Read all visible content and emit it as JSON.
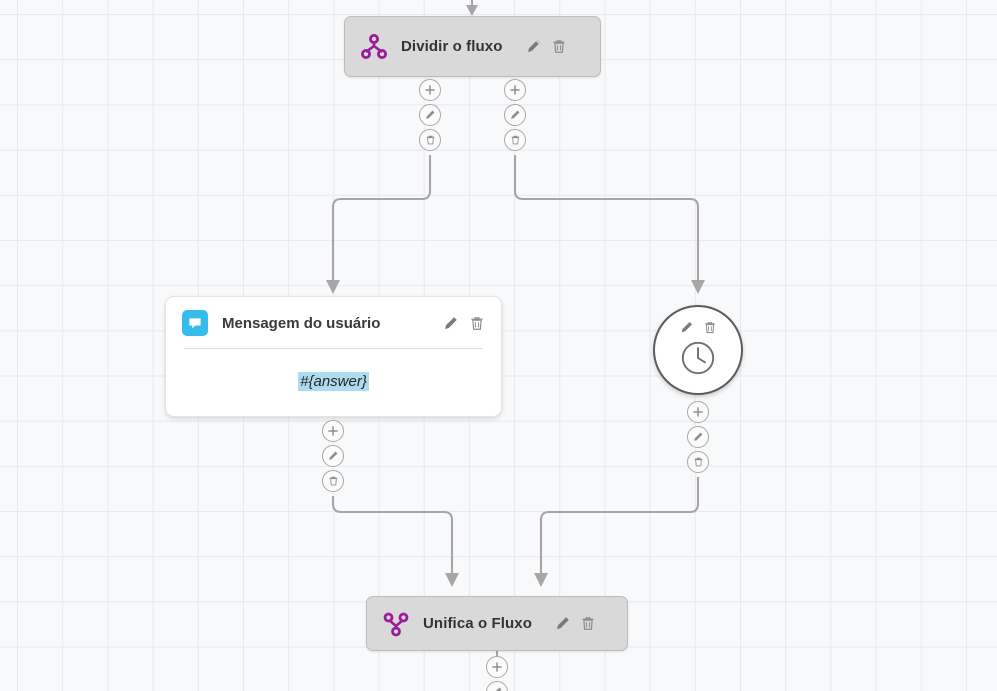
{
  "editor": {
    "name": "flow-builder-canvas",
    "background_color": "#f8f9fa",
    "grid_color": "#e6e9f0"
  },
  "colors": {
    "split_icon": "#9c1a9c",
    "merge_icon": "#9c1a9c",
    "message_icon_bg": "#37bbec",
    "token_highlight": "#aedcee",
    "node_pill_bg": "#d9d9d9",
    "edge_stroke": "#a6a6a6"
  },
  "nodes": [
    {
      "id": "split",
      "type": "split",
      "title": "Dividir o fluxo",
      "icon": "split-flow-icon",
      "actions": [
        "edit-icon",
        "delete-icon"
      ]
    },
    {
      "id": "user-message",
      "type": "message",
      "title": "Mensagem do usuário",
      "icon": "chat-bubble-icon",
      "body_text": "#{answer}",
      "actions": [
        "edit-icon",
        "delete-icon"
      ]
    },
    {
      "id": "delay",
      "type": "delay",
      "title": "",
      "icon": "clock-icon",
      "actions": [
        "edit-icon",
        "delete-icon"
      ]
    },
    {
      "id": "merge",
      "type": "merge",
      "title": "Unifica o Fluxo",
      "icon": "merge-flow-icon",
      "actions": [
        "edit-icon",
        "delete-icon"
      ]
    }
  ],
  "port_buttons": {
    "add_label": "+",
    "icons": [
      "plus-icon",
      "pencil-icon",
      "trash-icon"
    ]
  },
  "port_stacks": [
    {
      "id": "split-port-left",
      "owner": "split",
      "buttons": 3
    },
    {
      "id": "split-port-right",
      "owner": "split",
      "buttons": 3
    },
    {
      "id": "message-port",
      "owner": "user-message",
      "buttons": 3
    },
    {
      "id": "delay-port",
      "owner": "delay",
      "buttons": 3
    },
    {
      "id": "merge-port",
      "owner": "merge",
      "buttons": 2
    }
  ],
  "edges": [
    {
      "id": "edge-in-split",
      "from": "canvas-top",
      "to": "split"
    },
    {
      "id": "edge-split-to-message",
      "from": "split-port-left",
      "to": "user-message"
    },
    {
      "id": "edge-split-to-delay",
      "from": "split-port-right",
      "to": "delay"
    },
    {
      "id": "edge-message-to-merge",
      "from": "message-port",
      "to": "merge"
    },
    {
      "id": "edge-delay-to-merge",
      "from": "delay-port",
      "to": "merge"
    }
  ]
}
